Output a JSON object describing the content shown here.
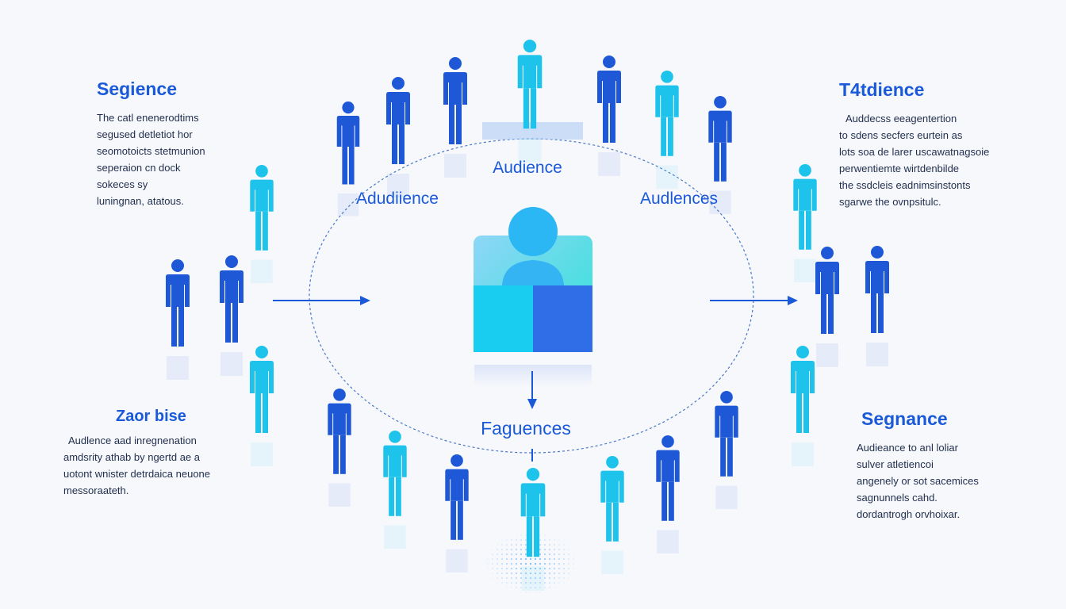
{
  "colors": {
    "background": "#f7f8fc",
    "accent_blue": "#1a5ad8",
    "person_dark": "#1e58d6",
    "person_light": "#1ec3ec",
    "ellipse": "#4a78c8"
  },
  "center": {
    "top_label": "Audience",
    "bottom_label": "Faguences",
    "left_label": "Adudiience",
    "right_label": "Audlences",
    "icon": "user-profile-icon"
  },
  "panels": {
    "top_left": {
      "title": "Segience",
      "lines": [
        "The catl enenerodtims",
        "segused detletiot hor",
        "seomotoicts stetmunion",
        "seperaion cn dock",
        "sokeces sy",
        "luningnan, atatous."
      ]
    },
    "top_right": {
      "title": "T4tdience",
      "lines": [
        "Auddecss eeagentertion",
        "to sdens secfers eurtein as",
        "lots soa de larer uscawatnagsoie",
        "perwentiemte  wirtdenbilde",
        "the ssdcleis eadnimsinstonts",
        "sgarwe the ovnpsitulc."
      ]
    },
    "bottom_left": {
      "title": "Zaor bise",
      "lines": [
        "Audlence aad inregnenation",
        "amdsrity athab by ngertd ae a",
        "uotont wnister detrdaica neuone",
        "messoraateth."
      ]
    },
    "bottom_right": {
      "title": "Segnance",
      "lines": [
        "Audieance to anl loliar",
        "sulver atletiencoi",
        "angenely or sot sacemices",
        "sagnunnels cahd.",
        "dordantrogh orvhoixar."
      ]
    }
  },
  "people": [
    {
      "tone": "dark"
    },
    {
      "tone": "dark"
    },
    {
      "tone": "dark"
    },
    {
      "tone": "light"
    },
    {
      "tone": "dark"
    },
    {
      "tone": "light"
    },
    {
      "tone": "dark"
    },
    {
      "tone": "light"
    },
    {
      "tone": "light"
    },
    {
      "tone": "dark"
    },
    {
      "tone": "dark"
    },
    {
      "tone": "dark"
    },
    {
      "tone": "dark"
    },
    {
      "tone": "light"
    },
    {
      "tone": "light"
    },
    {
      "tone": "dark"
    },
    {
      "tone": "dark"
    },
    {
      "tone": "light"
    },
    {
      "tone": "dark"
    },
    {
      "tone": "light"
    },
    {
      "tone": "light"
    },
    {
      "tone": "dark"
    },
    {
      "tone": "dark"
    }
  ]
}
